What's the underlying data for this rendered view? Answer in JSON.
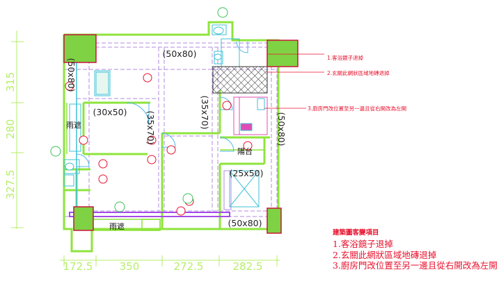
{
  "dimensions": {
    "left": [
      "315",
      "280",
      "327.5"
    ],
    "bottom": [
      "172.5",
      "350",
      "272.5",
      "282.5"
    ]
  },
  "beam_labels": {
    "top": "(50x80)",
    "left": "(50x80)",
    "right": "(50x80)",
    "bottom": "(50x80)",
    "room1": "(30x50)",
    "col1": "(35x70)",
    "col2": "(35x70)",
    "lower": "(25x50)"
  },
  "room_labels": {
    "balcony": "陽台",
    "rain_shelter_bottom": "雨遮",
    "rain_shelter_left": "雨遮"
  },
  "callouts": [
    "1.客浴鏡子退掉",
    "2.玄關此網狀區域地磚退掉",
    "3.廚房門改位置至另一邊且從右開改為左開"
  ],
  "legend": {
    "title": "建築圖客變項目",
    "items": [
      "1.客浴鏡子退掉",
      "2.玄關此網狀區域地磚退掉",
      "3.廚房門改位置至另一邊且從右開改為左開"
    ]
  },
  "colors": {
    "wall": "#8ee43c",
    "column_fill": "#7fd243",
    "beam_line": "#b08be0",
    "dimension": "#b6ee6a",
    "annotation": "#e8112d",
    "furniture": "#3ec1d6",
    "door": "#4fb8e8"
  }
}
